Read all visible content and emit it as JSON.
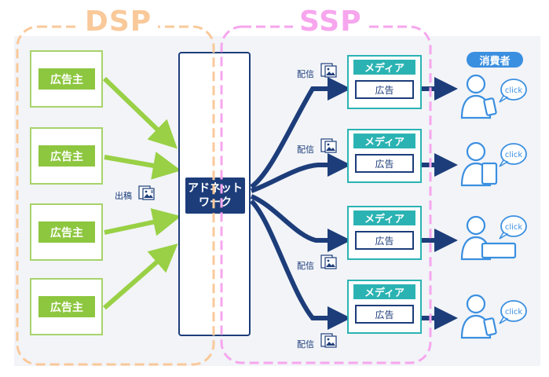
{
  "frames": {
    "dsp": "DSP",
    "ssp": "SSP"
  },
  "advertisers": [
    "広告主",
    "広告主",
    "広告主",
    "広告主"
  ],
  "ad_network": {
    "line1": "アドネット",
    "line2": "ワーク"
  },
  "submit_label": "出稿",
  "deliver_label": "配信",
  "media": [
    {
      "title": "メディア",
      "ad": "広告"
    },
    {
      "title": "メディア",
      "ad": "広告"
    },
    {
      "title": "メディア",
      "ad": "広告"
    },
    {
      "title": "メディア",
      "ad": "広告"
    }
  ],
  "consumers_title": "消費者",
  "click_text": "click",
  "colors": {
    "dsp_frame": "#f9c99a",
    "ssp_frame": "#f7a6ee",
    "advertiser": "#8dc63f",
    "network": "#1d3d7a",
    "media": "#2bb3b3",
    "consumer": "#3b8fe0"
  },
  "icons": [
    "document-image-icon",
    "person-with-phone-icon",
    "person-with-laptop-icon",
    "speech-bubble-icon"
  ]
}
